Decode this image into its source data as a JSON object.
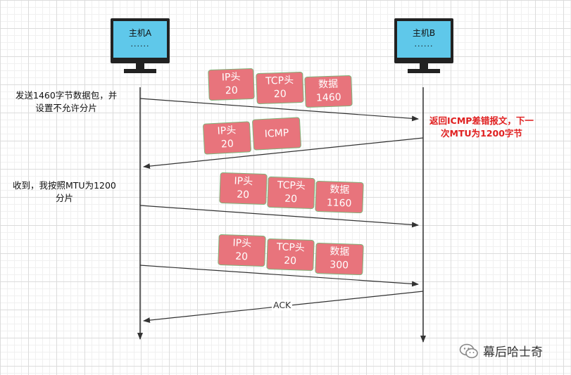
{
  "hosts": {
    "a": {
      "label": "主机A",
      "dots": "......"
    },
    "b": {
      "label": "主机B",
      "dots": "......"
    }
  },
  "notes": {
    "send_1460": [
      "发送1460字节数据包，并",
      "设置不允许分片"
    ],
    "icmp_error": [
      "返回ICMP差错报文，下一",
      "次MTU为1200字节"
    ],
    "received": [
      "收到，我按照MTU为1200",
      "分片"
    ]
  },
  "packets": {
    "p1": {
      "ip": "IP头\n20",
      "tcp": "TCP头\n20",
      "data": "数据\n1460"
    },
    "p2": {
      "ip": "IP头\n20",
      "icmp": "ICMP"
    },
    "p3": {
      "ip": "IP头\n20",
      "tcp": "TCP头\n20",
      "data": "数据\n1160"
    },
    "p4": {
      "ip": "IP头\n20",
      "tcp": "TCP头\n20",
      "data": "数据\n300"
    }
  },
  "ack_label": "ACK",
  "watermark": {
    "text": "幕后哈士奇",
    "icon": "wechat-icon"
  },
  "colors": {
    "packet_fill": "#e8747c",
    "packet_border": "#7fb37a",
    "monitor_screen": "#5fc8ea",
    "alert_text": "#e02020"
  }
}
